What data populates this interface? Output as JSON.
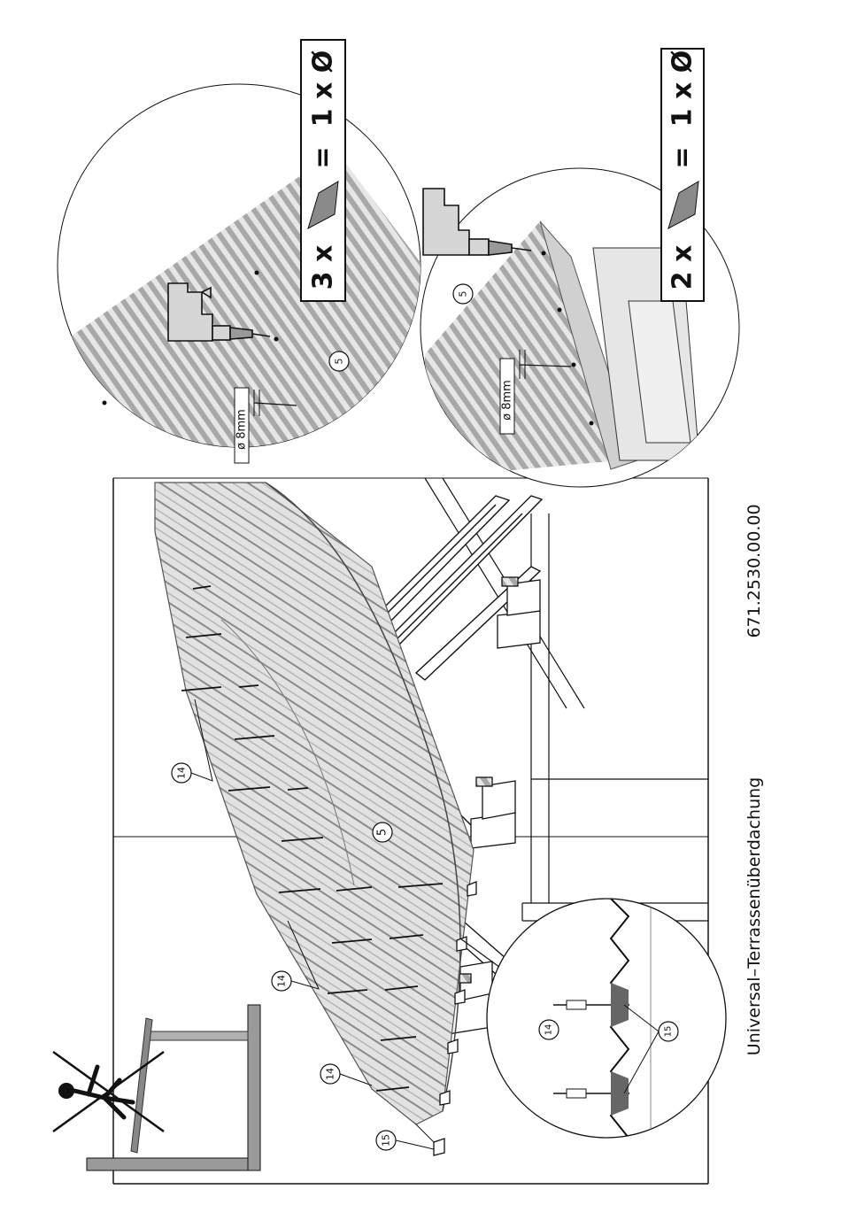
{
  "callouts": {
    "sheet": "5",
    "screw": "14",
    "cap": "15"
  },
  "detail_top": {
    "diameter_label": "ø 8mm",
    "ratio_count": "3 x",
    "ratio_equals": "=",
    "ratio_result": "1 x Ø"
  },
  "detail_bottom": {
    "diameter_label": "ø 8mm",
    "ratio_count": "2 x",
    "ratio_equals": "=",
    "ratio_result": "1 x Ø"
  },
  "footer": {
    "product_name": "Universal–Terrassenüberdachung",
    "article_number": "671.2530.00.00"
  },
  "colors": {
    "hatch": "#a8a8a8",
    "sheet_fill": "#d9d9d9",
    "line": "#111111",
    "grey_panel": "#9a9a9a"
  },
  "icons": {
    "no_walking": "no-walking-on-roof-icon",
    "drill": "drill-icon"
  }
}
